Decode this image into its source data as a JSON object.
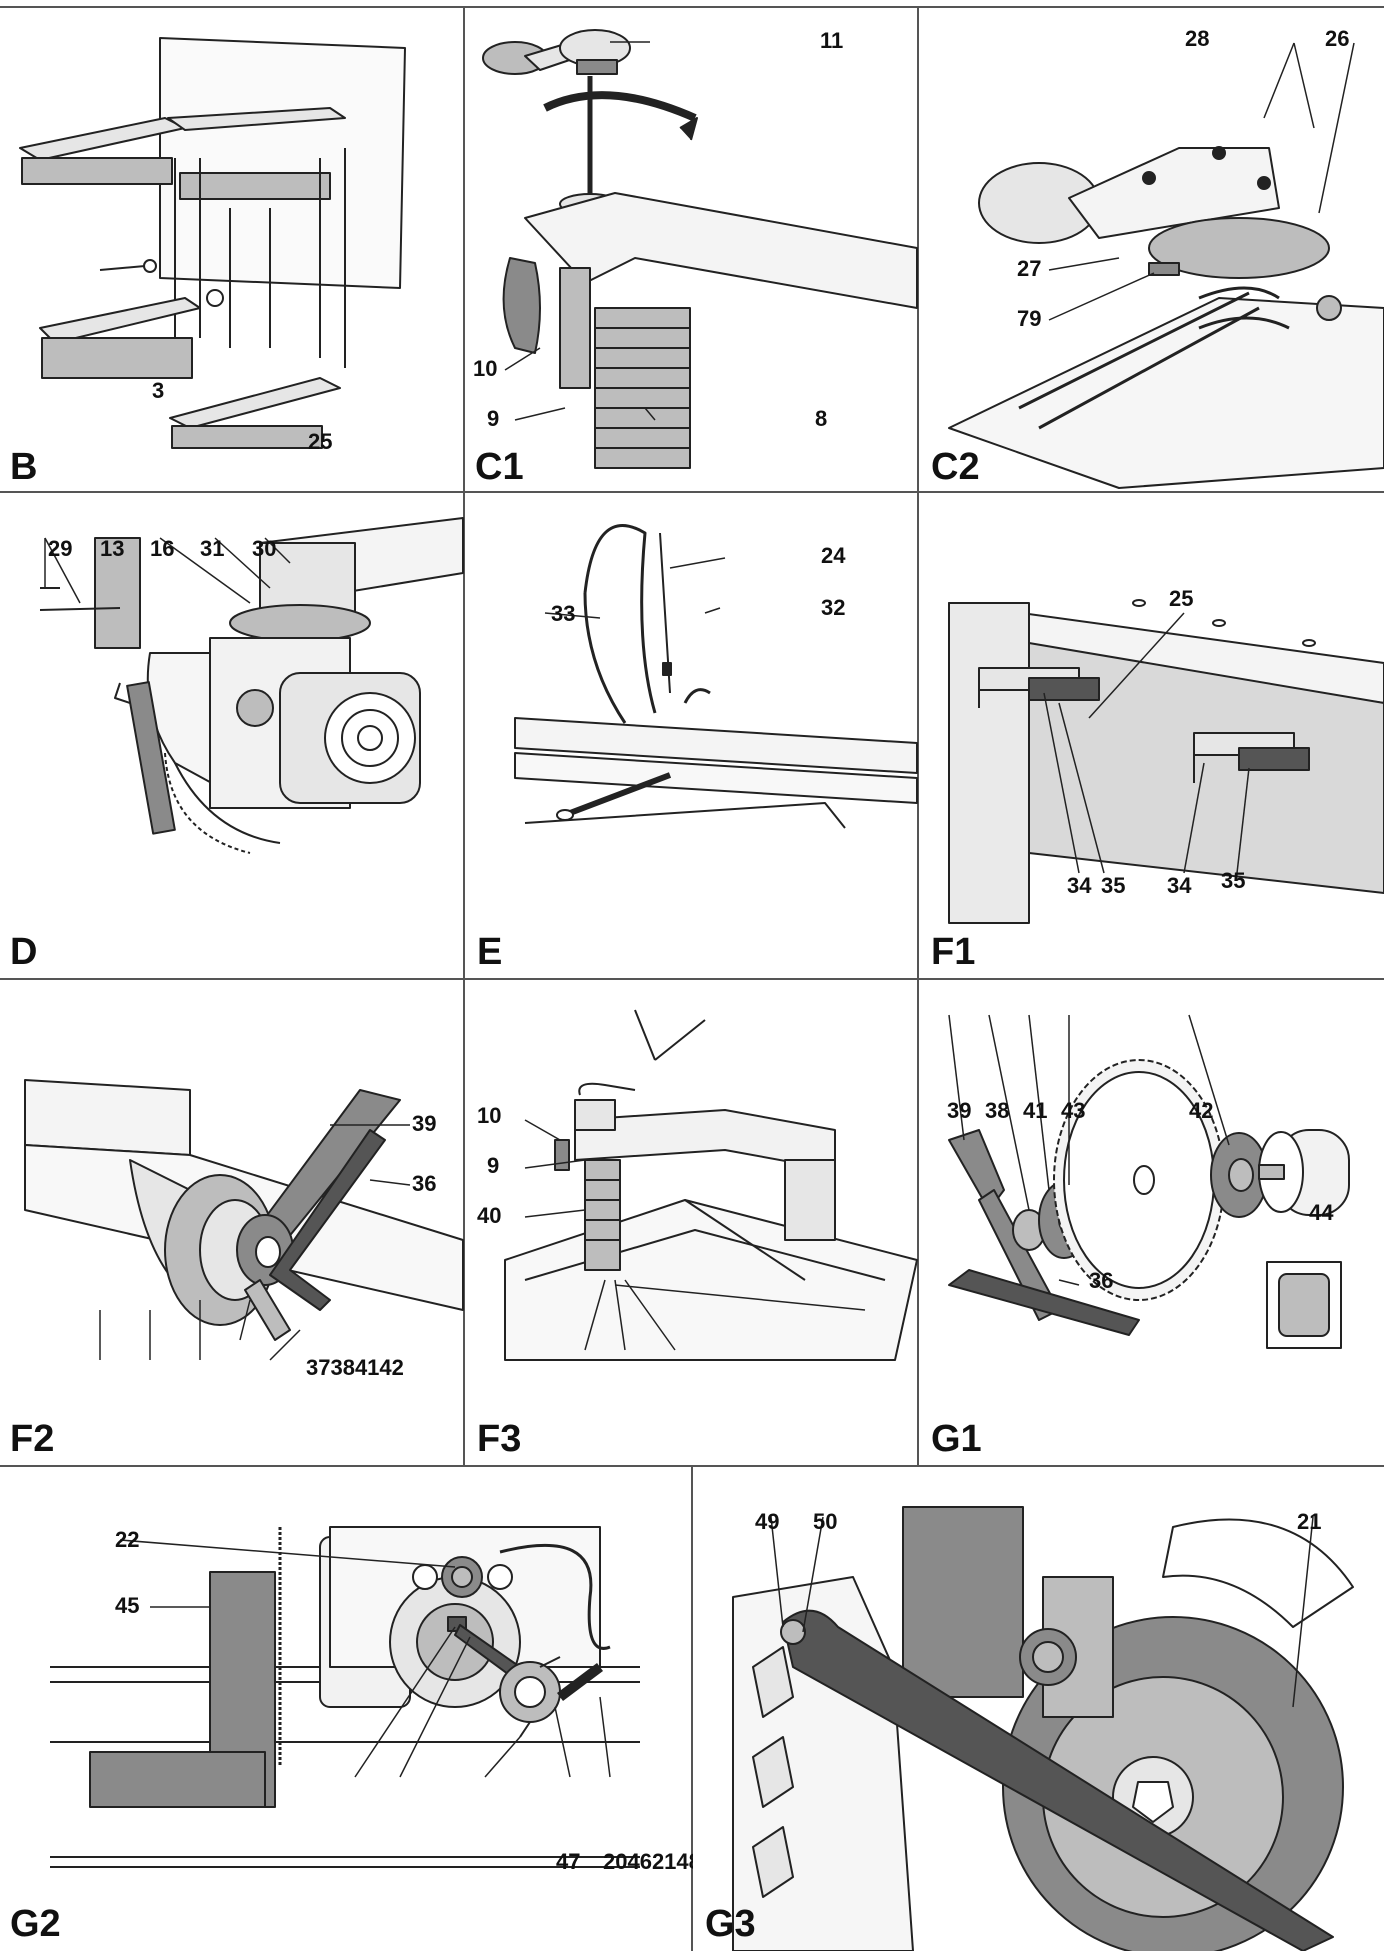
{
  "panels": {
    "B": {
      "label": "B",
      "callouts": [
        "3",
        "25"
      ]
    },
    "C1": {
      "label": "C1",
      "callouts": [
        "11",
        "10",
        "9",
        "8"
      ]
    },
    "C2": {
      "label": "C2",
      "callouts": [
        "28",
        "26",
        "27",
        "79"
      ]
    },
    "D": {
      "label": "D",
      "callouts": [
        "29",
        "13",
        "16",
        "31",
        "30"
      ]
    },
    "E": {
      "label": "E",
      "callouts": [
        "24",
        "33",
        "32"
      ]
    },
    "F1": {
      "label": "F1",
      "callouts": [
        "25",
        "34",
        "35",
        "34",
        "35"
      ]
    },
    "F2": {
      "label": "F2",
      "callouts": [
        "39",
        "36",
        "37384142"
      ]
    },
    "F3": {
      "label": "F3",
      "callouts": [
        "10",
        "9",
        "40"
      ]
    },
    "G1": {
      "label": "G1",
      "callouts": [
        "39",
        "38",
        "41",
        "43",
        "42",
        "44",
        "36"
      ]
    },
    "G2": {
      "label": "G2",
      "callouts": [
        "22",
        "45",
        "47",
        "20462148"
      ]
    },
    "G3": {
      "label": "G3",
      "callouts": [
        "49",
        "50",
        "21"
      ]
    }
  },
  "colors": {
    "line": "#222222",
    "fill_light": "#e6e6e6",
    "fill_mid": "#bdbdbd",
    "fill_dark": "#8a8a8a",
    "rule": "#555555"
  }
}
